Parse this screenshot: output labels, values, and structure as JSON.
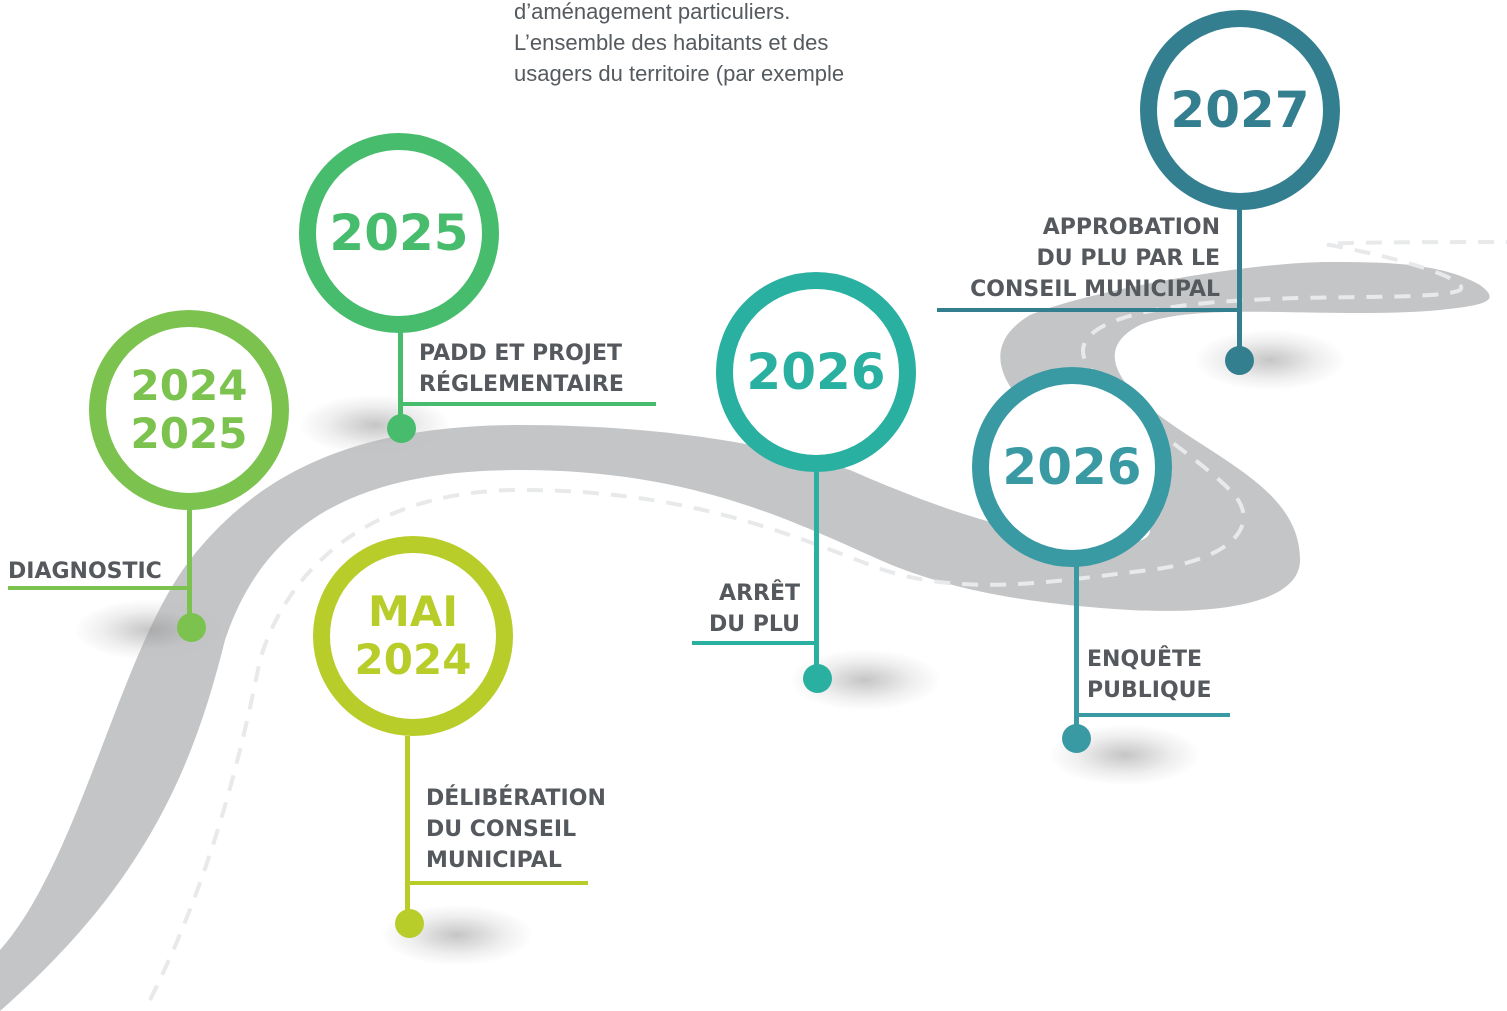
{
  "intro_lines": [
    "d’aménagement particuliers.",
    "L’ensemble des habitants et des",
    "usagers du territoire (par exemple"
  ],
  "colors": {
    "road": "#c4c5c7",
    "road_dash": "#e8e9ea",
    "green_light": "#7cc24e",
    "green": "#48bc6d",
    "lime": "#b8cd2a",
    "teal": "#2ab0a0",
    "teal_dark": "#3a9aa4",
    "blue_teal": "#347f8f",
    "label_text": "#55595d"
  },
  "milestones": [
    {
      "id": "mai-2024",
      "year_lines": [
        "MAI",
        "2024"
      ],
      "label_lines": [
        "DÉLIBÉRATION",
        "DU CONSEIL",
        "MUNICIPAL"
      ],
      "color": "#b8cd2a"
    },
    {
      "id": "2024-2025",
      "year_lines": [
        "2024",
        "2025"
      ],
      "label_lines": [
        "DIAGNOSTIC"
      ],
      "color": "#7cc24e"
    },
    {
      "id": "2025",
      "year_lines": [
        "2025"
      ],
      "label_lines": [
        "PADD ET PROJET",
        "RÉGLEMENTAIRE"
      ],
      "color": "#48bc6d"
    },
    {
      "id": "2026-arret",
      "year_lines": [
        "2026"
      ],
      "label_lines": [
        "ARRÊT",
        "DU PLU"
      ],
      "color": "#2ab0a0"
    },
    {
      "id": "2026-enquete",
      "year_lines": [
        "2026"
      ],
      "label_lines": [
        "ENQUÊTE",
        "PUBLIQUE"
      ],
      "color": "#3a9aa4"
    },
    {
      "id": "2027",
      "year_lines": [
        "2027"
      ],
      "label_lines": [
        "APPROBATION",
        "DU PLU PAR LE",
        "CONSEIL MUNICIPAL"
      ],
      "color": "#347f8f"
    }
  ]
}
